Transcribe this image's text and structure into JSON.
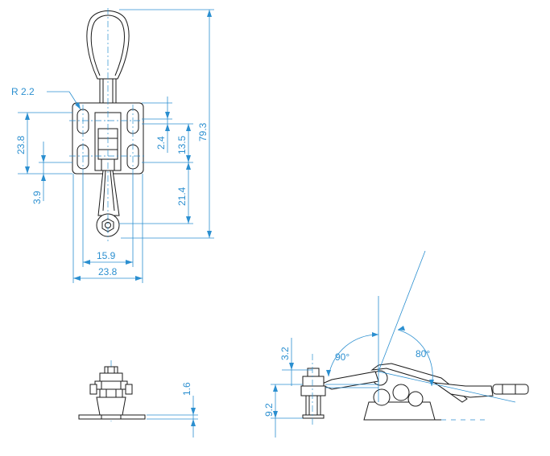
{
  "colors": {
    "dimension": "#2b8fd0",
    "outline": "#1a1a1a",
    "background": "#ffffff"
  },
  "top_view": {
    "radius_label": "R 2.2",
    "dim_23_8_vertical": "23.8",
    "dim_3_9": "3.9",
    "dim_15_9": "15.9",
    "dim_23_8_horizontal": "23.8",
    "dim_2_4": "2.4",
    "dim_13_5": "13.5",
    "dim_21_4": "21.4",
    "dim_79_3": "79.3"
  },
  "front_view": {
    "dim_1_6": "1.6"
  },
  "side_view": {
    "dim_3_2": "3.2",
    "dim_9_2": "9.2",
    "angle_open": "90°",
    "angle_handle": "80°"
  }
}
